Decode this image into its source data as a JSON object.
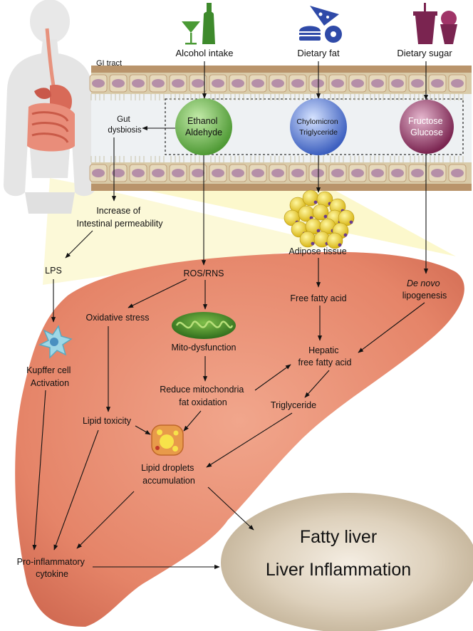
{
  "sources": {
    "alcohol": "Alcohol intake",
    "fat": "Dietary fat",
    "sugar": "Dietary sugar"
  },
  "gi_tract": "GI tract",
  "gut_dysbiosis": [
    "Gut",
    "dysbiosis"
  ],
  "circles": {
    "ethanol": [
      "Ethanol",
      "Aldehyde"
    ],
    "chylomicron": [
      "Chylomicron",
      "Triglyceride"
    ],
    "fructose": [
      "Fructose",
      "Glucose"
    ]
  },
  "nodes": {
    "intestinal_permeability": [
      "Increase of",
      "Intestinal permeability"
    ],
    "adipose": "Adipose tissue",
    "lps": "LPS",
    "ros": "ROS/RNS",
    "oxidative": "Oxidative stress",
    "mito": "Mito-dysfunction",
    "ffa": "Free fatty acid",
    "de_novo": [
      "De novo",
      "lipogenesis"
    ],
    "kupffer": [
      "Kupffer cell",
      "Activation"
    ],
    "hepatic_ffa": [
      "Hepatic",
      "free fatty acid"
    ],
    "reduce_mito": [
      "Reduce mitochondria",
      "fat oxidation"
    ],
    "triglyceride": "Triglyceride",
    "lipid_toxicity": "Lipid toxicity",
    "lipid_droplets": [
      "Lipid droplets",
      "accumulation"
    ],
    "pro_inflam": [
      "Pro-inflammatory",
      "cytokine"
    ]
  },
  "outcome": [
    "Fatty liver",
    "Liver Inflammation"
  ],
  "colors": {
    "liver": "#e07a60",
    "gi_wall": "#b9946b",
    "ethanol_circle": "#6fb34a",
    "chylomicron_circle": "#5a7fd1",
    "fructose_circle": "#8a2e5a",
    "outcome_fill": "#cdbba0"
  }
}
